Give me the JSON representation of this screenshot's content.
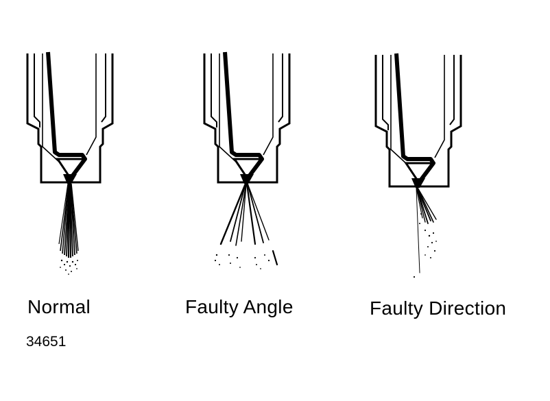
{
  "diagram": {
    "nozzles": [
      {
        "id": "normal",
        "caption": "Normal"
      },
      {
        "id": "faulty-angle",
        "caption": "Faulty Angle"
      },
      {
        "id": "faulty-direction",
        "caption": "Faulty Direction"
      }
    ],
    "figure_number": "34651",
    "colors": {
      "ink": "#000000",
      "background": "#ffffff"
    }
  }
}
